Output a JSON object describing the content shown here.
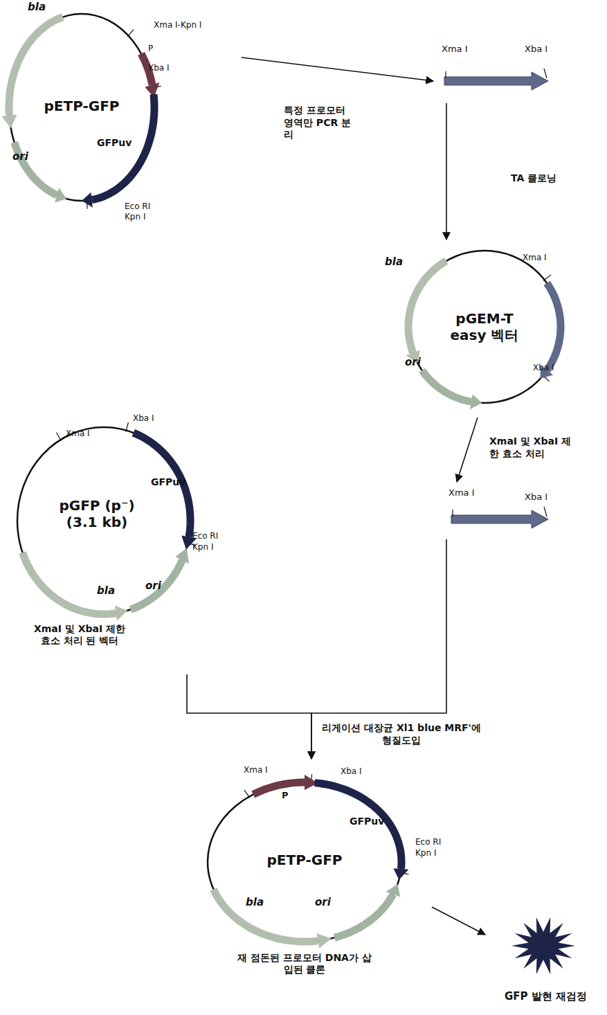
{
  "diagram": {
    "nodes": [
      {
        "text": [
          "pETP-GFP"
        ]
      },
      {
        "text": [
          "Xma I",
          "Xba I"
        ]
      },
      {
        "text": [
          "pGEM-T easy 벡터"
        ]
      },
      {
        "text": [
          "Xma I",
          "Xba I"
        ]
      },
      {
        "text": [
          "pGFP (p⁻) (3.1 kb)",
          "XmaI 및 XbaI 제한 효소 처리 된 벡터"
        ]
      },
      {
        "text": [
          "pETP-GFP",
          "재 점돈된 프로모터 DNA가 삽입된 클론"
        ]
      },
      {
        "text": [
          "GFP 발현 재검정"
        ]
      }
    ],
    "edges": [
      {
        "from": 0,
        "to": 1,
        "arrow": "to",
        "label": "특정 프로모터 영역만 PCR 분리"
      },
      {
        "from": 1,
        "to": 2,
        "arrow": "to",
        "label": "TA 클로닝"
      },
      {
        "from": 2,
        "to": 3,
        "arrow": "to",
        "label": "XmaI 및 XbaI 제한 효소 처리"
      },
      {
        "from": 4,
        "to": 5,
        "arrow": "to",
        "label": "리게이션 대장균 Xl1 blue MRF'에 형질도입"
      },
      {
        "from": 3,
        "to": 5,
        "arrow": "to"
      },
      {
        "from": 5,
        "to": 6,
        "arrow": "to"
      }
    ],
    "labels": [
      "bla",
      "Xma I-Kpn I",
      "P",
      "Xba I",
      "GFPuv",
      "ori",
      "Eco RI",
      "Kpn I",
      "bla",
      "Xma I",
      "ori",
      "Xba I",
      "Xma I",
      "Xba I",
      "GFPuv",
      "Eco RI",
      "Kpn I",
      "bla",
      "ori",
      "Xma I",
      "P",
      "Xba I",
      "GFPuv",
      "Eco RI",
      "Kpn I",
      "bla",
      "ori"
    ]
  }
}
